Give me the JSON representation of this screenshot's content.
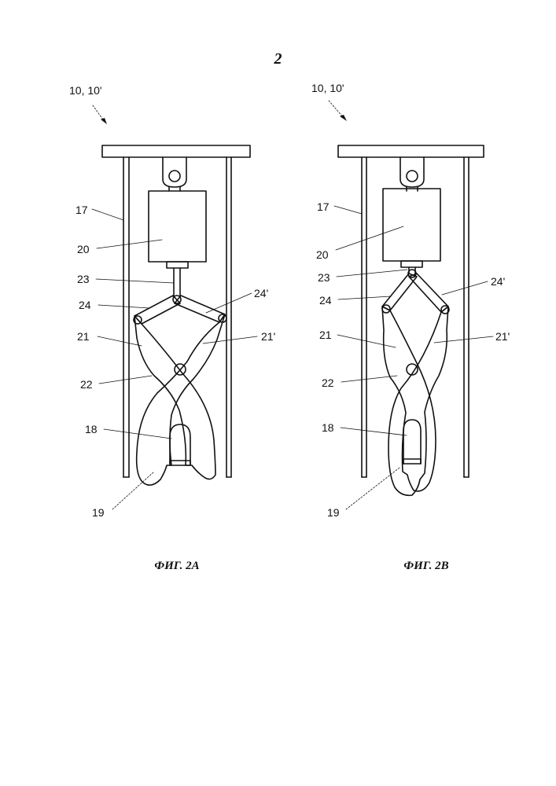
{
  "page_number": "2",
  "figures": [
    {
      "caption": "ФИГ. 2А",
      "labels": {
        "ref_device": "10, 10'",
        "l17": "17",
        "l20": "20",
        "l23": "23",
        "l24": "24",
        "l24p": "24'",
        "l21": "21",
        "l21p": "21'",
        "l22": "22",
        "l18": "18",
        "l19": "19"
      }
    },
    {
      "caption": "ФИГ. 2В",
      "labels": {
        "ref_device": "10, 10'",
        "l17": "17",
        "l20": "20",
        "l23": "23",
        "l24": "24",
        "l24p": "24'",
        "l21": "21",
        "l21p": "21'",
        "l22": "22",
        "l18": "18",
        "l19": "19"
      }
    }
  ]
}
